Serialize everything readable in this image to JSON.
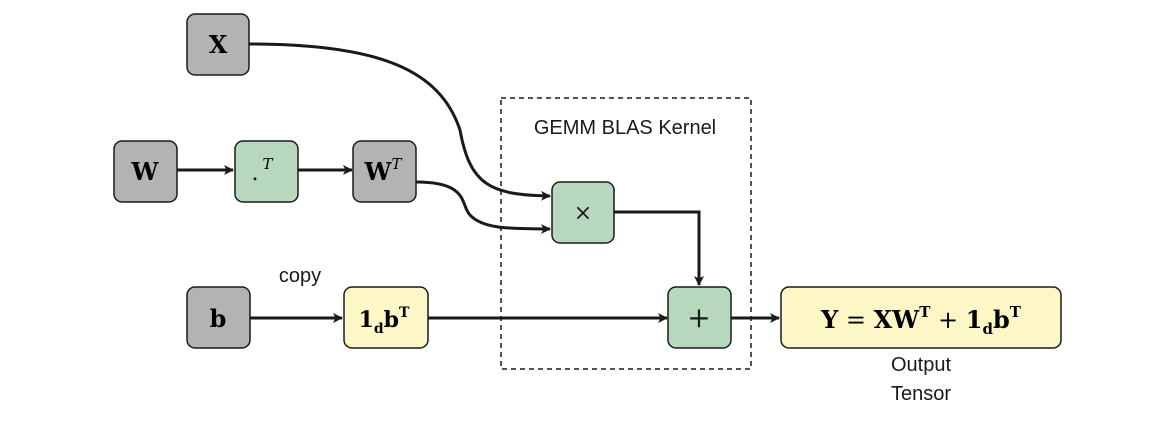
{
  "nodes": {
    "x": {
      "label": "X"
    },
    "w": {
      "label": "W"
    },
    "transpose": {
      "dot": ".",
      "sup": "T"
    },
    "wt": {
      "base": "W",
      "sup": "T"
    },
    "b": {
      "label": "b"
    },
    "bias_broadcast": {
      "one": "1",
      "sub": "d",
      "b": "b",
      "sup": "T"
    },
    "multiply": {
      "symbol": "×"
    },
    "add": {
      "symbol": "+"
    },
    "output": {
      "y": "Y",
      "eq": " = ",
      "xw": "XW",
      "sup1": "T",
      "plus": " + ",
      "one": "1",
      "sub": "d",
      "b": "b",
      "sup2": "T"
    }
  },
  "labels": {
    "kernel": "GEMM BLAS Kernel",
    "copy": "copy",
    "output_line1": "Output",
    "output_line2": "Tensor"
  },
  "colors": {
    "gray_fill": "#b3b3b3",
    "green_fill": "#b7d8bc",
    "yellow_fill": "#fdf7c8",
    "stroke": "#1a1a1a"
  }
}
